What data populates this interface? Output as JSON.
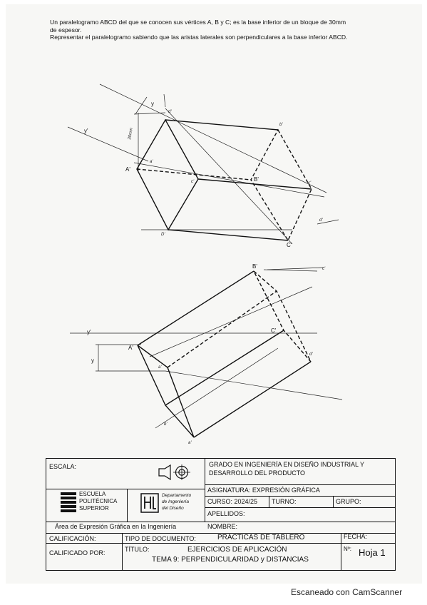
{
  "statement": {
    "line1": "Un paralelogramo ABCD del que se conocen sus vértices A, B y C; es la base inferior de un bloque de 30mm",
    "line2": "de espesor.",
    "line3": "Representar el paralelogramo sabiendo que las aristas laterales son perpendiculares a la base inferior ABCD."
  },
  "drawing_labels": {
    "a1": "A'",
    "b1": "B'",
    "c1": "C'",
    "d1": "D'",
    "b2": "B'",
    "a2": "A'",
    "c2": "C'",
    "thickness": "30mm",
    "y_top": "y",
    "y_mid": "y'",
    "y_low": "y",
    "sm1": "a'",
    "sm2": "d'",
    "sm3": "c'",
    "sm4": "b'",
    "sm5": "c'",
    "sm6": "d'",
    "sm7": "a'",
    "sm8": "b'",
    "sm9": "a'",
    "sm10": "d'",
    "sm11": "c'"
  },
  "title_block": {
    "escala_label": "ESCALA:",
    "grado_line1": "GRADO EN INGENIERÍA EN DISEÑO INDUSTRIAL Y",
    "grado_line2": "DESARROLLO DEL PRODUCTO",
    "school_line1": "ESCUELA",
    "school_line2": "POLITÉCNICA",
    "school_line3": "SUPERIOR",
    "dept_line1": "Departamento",
    "dept_line2": "de Ingeniería",
    "dept_line3": "del Diseño",
    "asignatura": "ASIGNATURA: EXPRESIÓN GRÁFICA",
    "curso": "CURSO: 2024/25",
    "turno": "TURNO:",
    "grupo": "GRUPO:",
    "apellidos": "APELLIDOS:",
    "nombre": "NOMBRE:",
    "area": "Área de Expresión Gráfica en la Ingeniería",
    "calificacion": "CALIFICACIÓN:",
    "tipo_label": "TIPO DE DOCUMENTO:",
    "tipo_value": "PRÁCTICAS DE TABLERO",
    "fecha": "FECHA:",
    "calificado": "CALIFICADO POR:",
    "titulo_label": "TÍTULO:",
    "titulo_line1": "EJERCICIOS DE APLICACIÓN",
    "titulo_line2": "TEMA 9: PERPENDICULARIDAD y DISTANCIAS",
    "numero_label": "Nº:",
    "hoja": "Hoja 1"
  },
  "footer": {
    "scanner": "Escaneado con CamScanner"
  }
}
